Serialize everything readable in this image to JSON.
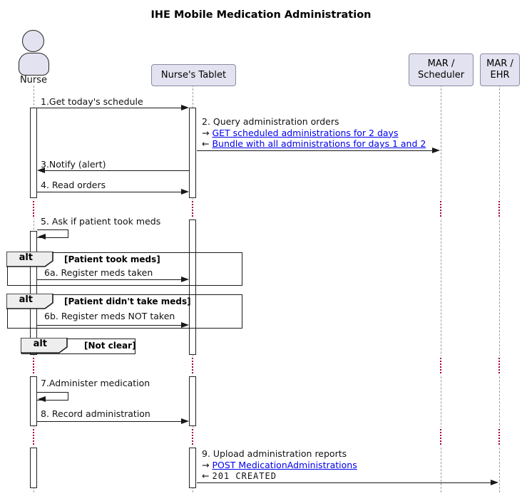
{
  "title": "IHE Mobile Medication Administration",
  "participants": {
    "nurse": {
      "label": "Nurse"
    },
    "tablet": {
      "label": "Nurse's Tablet"
    },
    "scheduler": {
      "line1": "MAR /",
      "line2": "Scheduler"
    },
    "ehr": {
      "line1": "MAR /",
      "line2": "EHR"
    }
  },
  "messages": {
    "m1": {
      "label": "1.Get today's schedule"
    },
    "m2": {
      "label": "2. Query administration orders",
      "request_prefix": "→",
      "request_link": "GET scheduled administrations for 2 days",
      "response_prefix": "←",
      "response_link": "Bundle with all administrations for days 1 and 2"
    },
    "m3": {
      "label": "3.Notify (alert)"
    },
    "m4": {
      "label": "4. Read orders"
    },
    "m5": {
      "label": "5. Ask if patient took meds"
    },
    "m6a": {
      "label": "6a. Register meds taken"
    },
    "m6b": {
      "label": "6b. Register meds NOT taken"
    },
    "m7": {
      "label": "7.Administer medication"
    },
    "m8": {
      "label": "8. Record administration"
    },
    "m9": {
      "label": "9. Upload administration reports",
      "request_prefix": "→",
      "request_link": "POST MedicationAdministrations",
      "response_prefix": "←",
      "response_text": "201 CREATED"
    }
  },
  "fragments": [
    {
      "operator": "alt",
      "condition": "[Patient took meds]"
    },
    {
      "operator": "alt",
      "condition": "[Patient didn't take meds]"
    },
    {
      "operator": "alt",
      "condition": "[Not clear]"
    }
  ],
  "colors": {
    "participant_fill": "#E2E2F0",
    "participant_border": "#8B8BA6",
    "link_blue": "#0000EE",
    "delay_dot_red": "#A80036",
    "fragment_header_fill": "#EEEEEE",
    "arrow_black": "#181818",
    "lifeline_gray": "#9C9C9C"
  }
}
